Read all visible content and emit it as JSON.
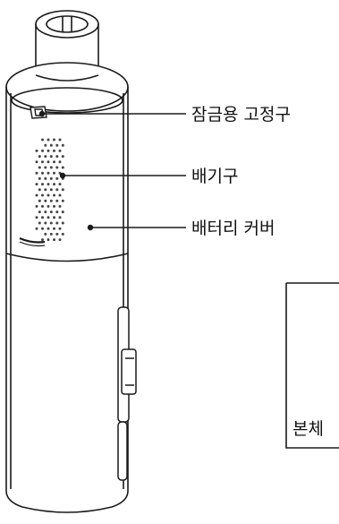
{
  "labels": {
    "lock": "잠금용 고정구",
    "vent": "배기구",
    "battery_cover": "배터리 커버",
    "body": "본체"
  },
  "colors": {
    "line": "#1a1a1a",
    "dot": "#444444",
    "background": "#ffffff"
  }
}
